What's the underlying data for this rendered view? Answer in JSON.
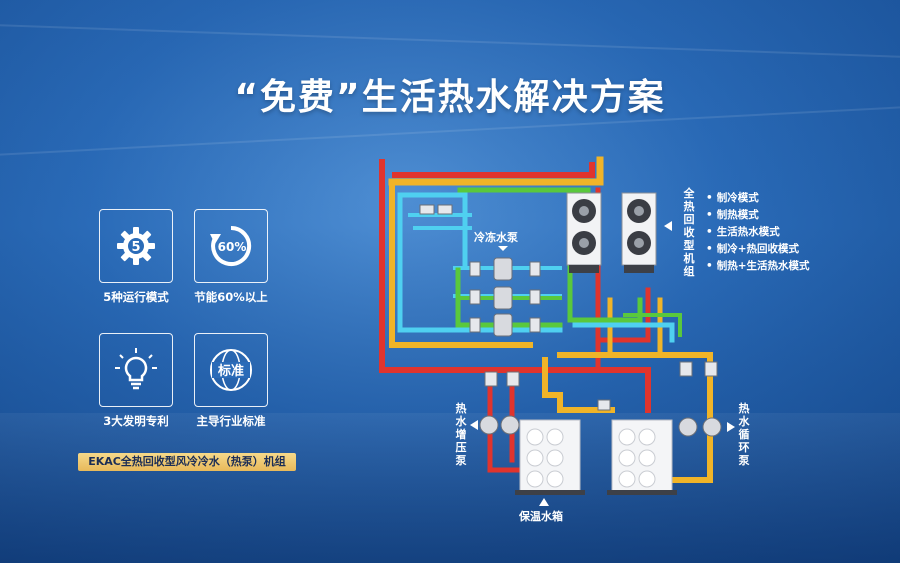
{
  "title": "“免费”生活热水解决方案",
  "features": [
    {
      "icon": "gear-icon",
      "icon_text": "5",
      "label": "5种运行模式"
    },
    {
      "icon": "percent-cycle-icon",
      "icon_text": "60%",
      "label": "节能60%以上"
    },
    {
      "icon": "lightbulb-icon",
      "icon_text": "",
      "label": "3大发明专利"
    },
    {
      "icon": "globe-icon",
      "icon_text": "标准",
      "label": "主导行业标准"
    }
  ],
  "badge": "EKAC全热回收型风冷冷水（热泵）机组",
  "unit_label": "全热回收型机组",
  "modes": [
    "制冷模式",
    "制热模式",
    "生活热水模式",
    "制冷+热回收模式",
    "制热+生活热水模式"
  ],
  "chilled_pump_label": "冷冻水泵",
  "booster_pump_label": "热水增压泵",
  "circulation_pump_label": "热水循环泵",
  "tank_label": "保温水箱",
  "colors": {
    "hot_pipe": "#e0342d",
    "warm_pipe": "#f0b428",
    "cold_pipe": "#4fd0f0",
    "green_pipe": "#5ac83c"
  }
}
